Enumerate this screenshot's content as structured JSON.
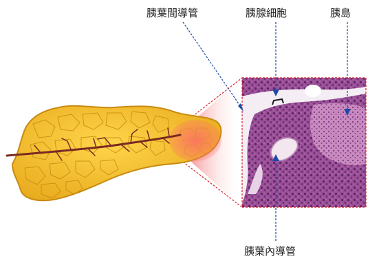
{
  "labels": {
    "interlobular_duct": "胰葉間導管",
    "acinar_cell": "胰腺細胞",
    "islet": "胰島",
    "intralobular_duct": "胰葉內導管"
  },
  "colors": {
    "pancreas_fill": "#f2c12e",
    "pancreas_edge": "#c98a10",
    "duct": "#7a2a22",
    "tissue_base": "#9a4f96",
    "tissue_dark": "#6f2f78",
    "islet_fill": "#c47db8",
    "callout_line": "#d9212b",
    "pointer_line": "#1b4aa8"
  }
}
